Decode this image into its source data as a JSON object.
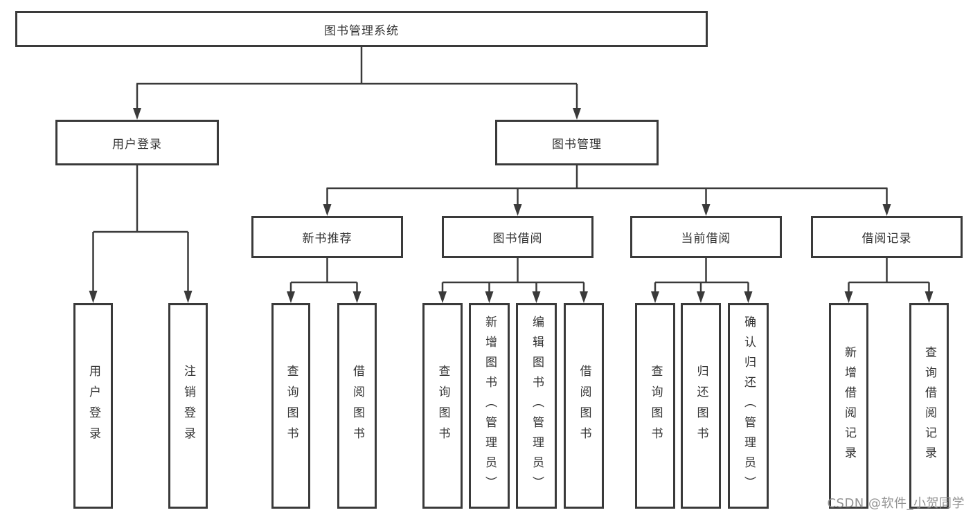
{
  "colors": {
    "line": "#3a3a3a",
    "box_border": "#3a3a3a",
    "text": "#333333",
    "background": "#ffffff",
    "watermark": "#8a8a8a"
  },
  "watermark": {
    "text": "CSDN @软件_小贺同学"
  },
  "tree": {
    "label": "图书管理系统",
    "children": [
      {
        "label": "用户登录",
        "children": [
          {
            "label": "用户登录"
          },
          {
            "label": "注销登录"
          }
        ]
      },
      {
        "label": "图书管理",
        "children": [
          {
            "label": "新书推荐",
            "children": [
              {
                "label": "查询图书"
              },
              {
                "label": "借阅图书"
              }
            ]
          },
          {
            "label": "图书借阅",
            "children": [
              {
                "label": "查询图书"
              },
              {
                "label": "新增图书（管理员）"
              },
              {
                "label": "编辑图书（管理员）"
              },
              {
                "label": "借阅图书"
              }
            ]
          },
          {
            "label": "当前借阅",
            "children": [
              {
                "label": "查询图书"
              },
              {
                "label": "归还图书"
              },
              {
                "label": "确认归还（管理员）"
              }
            ]
          },
          {
            "label": "借阅记录",
            "children": [
              {
                "label": "新增借阅记录"
              },
              {
                "label": "查询借阅记录"
              }
            ]
          }
        ]
      }
    ]
  }
}
